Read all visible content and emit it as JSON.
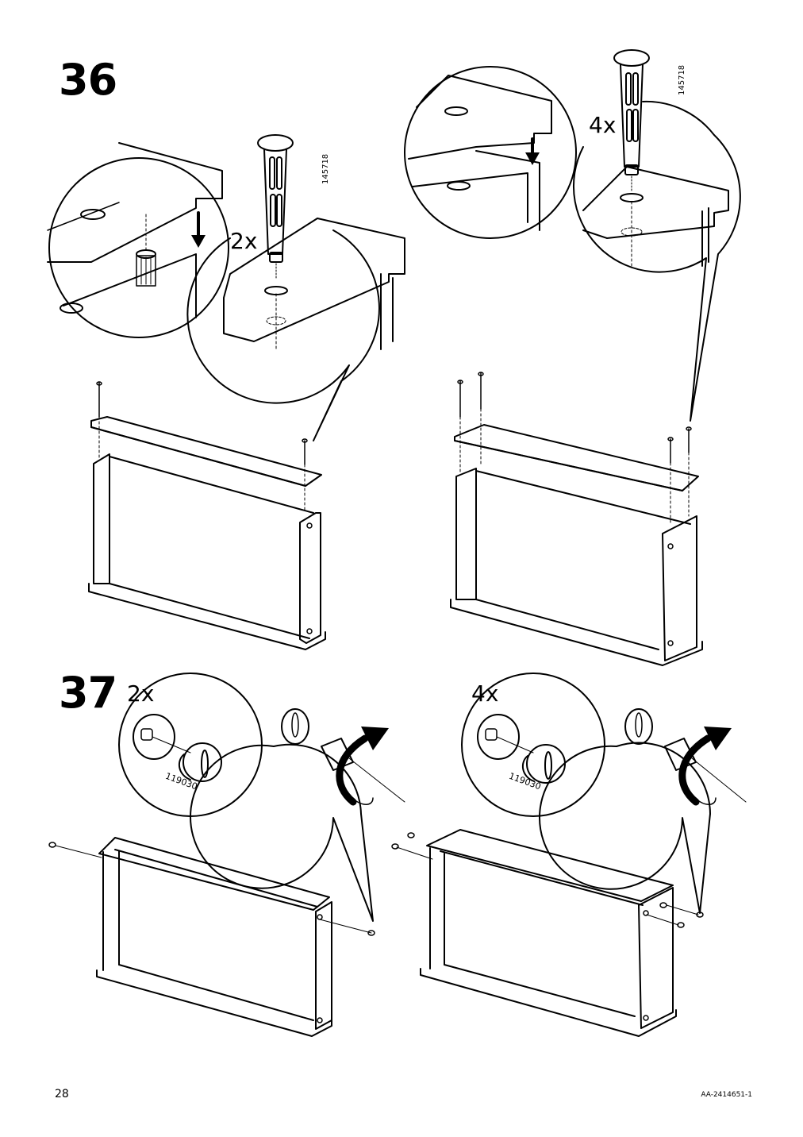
{
  "steps": [
    {
      "number": "36",
      "callouts": [
        {
          "quantity": "2x",
          "part_number": "145718"
        },
        {
          "quantity": "4x",
          "part_number": "145718"
        }
      ]
    },
    {
      "number": "37",
      "callouts": [
        {
          "quantity": "2x",
          "part_number": "119030"
        },
        {
          "quantity": "4x",
          "part_number": "119030"
        }
      ]
    }
  ],
  "footer": {
    "page_number": "28",
    "document_code": "AA-2414651-1"
  },
  "icons": [
    "hammer-tool-icon",
    "down-arrow-icon",
    "rotate-arrow-icon",
    "cam-lock-icon",
    "dowel-pin-icon"
  ]
}
